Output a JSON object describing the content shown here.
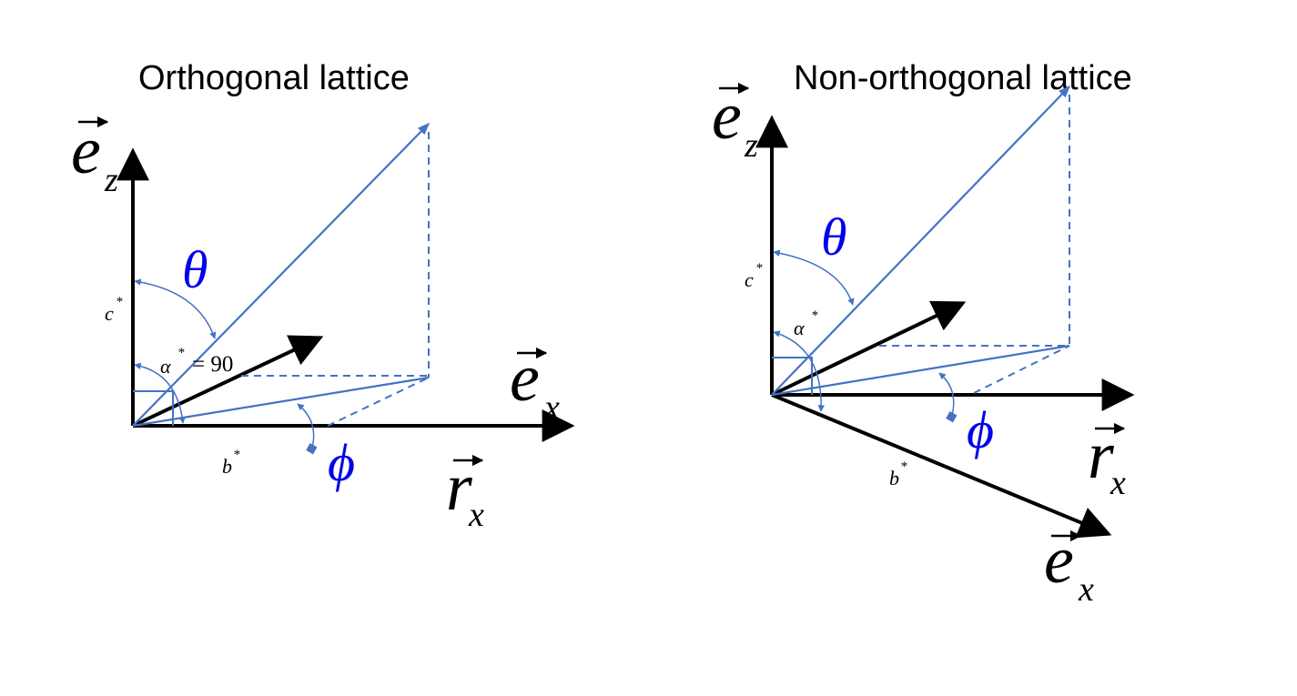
{
  "colors": {
    "axis": "#000000",
    "vector": "#4472c4",
    "greek": "#0000ee"
  },
  "panels": [
    {
      "title": "Orthogonal lattice",
      "labels": {
        "ez_main": "e",
        "ez_sub": "z",
        "ex_main": "e",
        "ex_sub": "x",
        "rx_main": "r",
        "rx_sub": "x",
        "theta": "θ",
        "phi": "ϕ",
        "c": "c",
        "b": "b",
        "alpha": "α",
        "star": "*",
        "alpha_eq": "= 90"
      }
    },
    {
      "title": "Non-orthogonal lattice",
      "labels": {
        "ez_main": "e",
        "ez_sub": "z",
        "ex_main": "e",
        "ex_sub": "x",
        "rx_main": "r",
        "rx_sub": "x",
        "theta": "θ",
        "phi": "ϕ",
        "c": "c",
        "b": "b",
        "alpha": "α",
        "star": "*"
      }
    }
  ]
}
